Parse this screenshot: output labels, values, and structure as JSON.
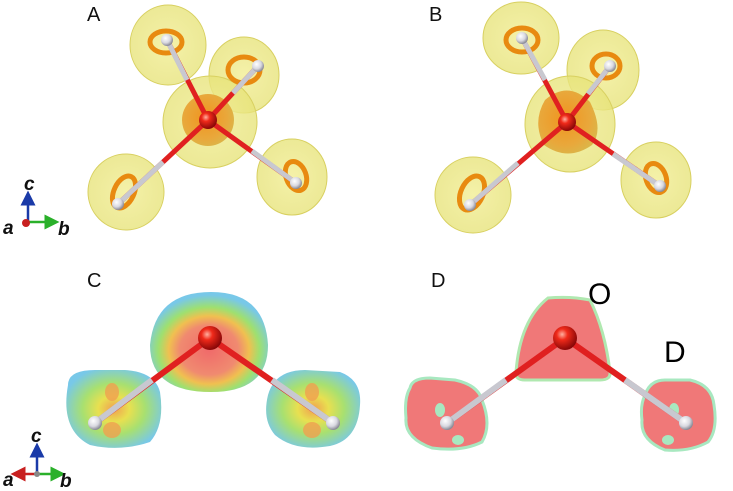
{
  "panels": {
    "a": "A",
    "b": "B",
    "c": "C",
    "d": "D"
  },
  "atom_labels": {
    "oxygen": "O",
    "deuterium": "D"
  },
  "axes": {
    "c": "c",
    "a": "a",
    "b": "b"
  },
  "colors": {
    "isosurface_outer": "#e8e87a",
    "isosurface_inner": "#e89a1a",
    "oxygen": "#e21a1a",
    "hydrogen": "#d8d8e0",
    "slice_high": "#f07878",
    "slice_mid": "#e8e850",
    "slice_low": "#70c8e8",
    "axis_c": "#1a3aa8",
    "axis_b": "#2ab02a",
    "axis_a": "#c82020"
  }
}
